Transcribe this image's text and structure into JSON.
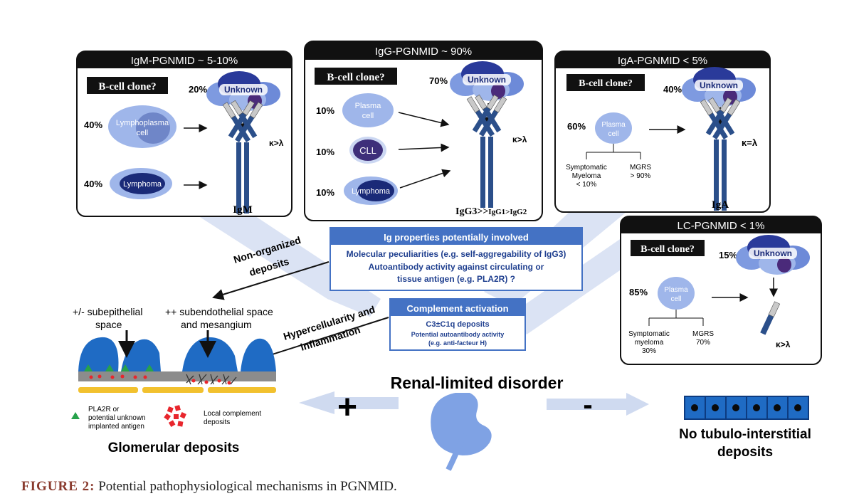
{
  "panels": {
    "igm": {
      "title": "IgM-PGNMID ~ 5-10%",
      "clone_label": "B-cell clone?",
      "unknown_pct": "20%",
      "unknown_label": "Unknown",
      "cell1_pct": "40%",
      "cell1_label_l1": "Lymphoplasma",
      "cell1_label_l2": "cell",
      "cell2_pct": "40%",
      "cell2_label": "Lymphoma",
      "ratio": "κ>λ",
      "ig": "IgM"
    },
    "igg": {
      "title": "IgG-PGNMID ~ 90%",
      "clone_label": "B-cell clone?",
      "unknown_pct": "70%",
      "unknown_label": "Unknown",
      "cell1_pct": "10%",
      "cell1_label_l1": "Plasma",
      "cell1_label_l2": "cell",
      "cell2_pct": "10%",
      "cell2_label": "CLL",
      "cell3_pct": "10%",
      "cell3_label": "Lymphoma",
      "ratio": "κ>λ",
      "ig_main": "IgG3>>",
      "ig_sub": "IgG1>IgG2"
    },
    "iga": {
      "title": "IgA-PGNMID < 5%",
      "clone_label": "B-cell clone?",
      "unknown_pct": "40%",
      "unknown_label": "Unknown",
      "cell_pct": "60%",
      "cell_label_l1": "Plasma",
      "cell_label_l2": "cell",
      "branch1_l1": "Symptomatic",
      "branch1_l2": "Myeloma",
      "branch1_l3": "< 10%",
      "branch2_l1": "MGRS",
      "branch2_l2": "> 90%",
      "ratio": "κ=λ",
      "ig": "IgA"
    },
    "lc": {
      "title": "LC-PGNMID < 1%",
      "clone_label": "B-cell clone?",
      "unknown_pct": "15%",
      "unknown_label": "Unknown",
      "cell_pct": "85%",
      "cell_label_l1": "Plasma",
      "cell_label_l2": "cell",
      "branch1_l1": "Symptomatic",
      "branch1_l2": "myeloma",
      "branch1_l3": "30%",
      "branch2_l1": "MGRS",
      "branch2_l2": "70%",
      "ratio": "κ>λ"
    }
  },
  "ig_props": {
    "header": "Ig properties potentially involved",
    "line1": "Molecular peculiarities (e.g. self-aggregability of IgG3)",
    "line2": "Autoantibody activity against circulating or",
    "line3": "tissue antigen (e.g. PLA2R) ?"
  },
  "complement": {
    "header": "Complement activation",
    "line1": "C3±C1q deposits",
    "line2": "Potential autoantibody activity",
    "line3": "(e.g. anti-facteur H)"
  },
  "arrows": {
    "non_organized_l1": "Non-organized",
    "non_organized_l2": "deposits",
    "hyper_l1": "Hypercellularity and",
    "hyper_l2": "inflammation"
  },
  "glomerular": {
    "subepi_l1": "+/- subepithelial",
    "subepi_l2": "space",
    "subendo_l1": "++ subendothelial space",
    "subendo_l2": "and mesangium",
    "legend1_l1": "PLA2R or",
    "legend1_l2": "potential unknown",
    "legend1_l3": "implanted antigen",
    "legend2_l1": "Local complement",
    "legend2_l2": "deposits",
    "title": "Glomerular deposits"
  },
  "renal": {
    "title": "Renal-limited disorder",
    "plus": "+",
    "minus": "-",
    "no_tubulo_l1": "No tubulo-interstitial",
    "no_tubulo_l2": "deposits"
  },
  "caption": {
    "label": "FIGURE 2:",
    "text": "Potential pathophysiological mechanisms in PGNMID."
  },
  "colors": {
    "antibody": "#2b4f8a",
    "light_cell": "#8fa9e0",
    "dark_cell": "#1a2a78",
    "box_header": "#4472c4",
    "glomerulus": "#1f6bc4",
    "membrane": "#f2c12e",
    "pla2r": "#27a24b",
    "complement": "#e8262d",
    "caption_label": "#8a3b2e"
  }
}
